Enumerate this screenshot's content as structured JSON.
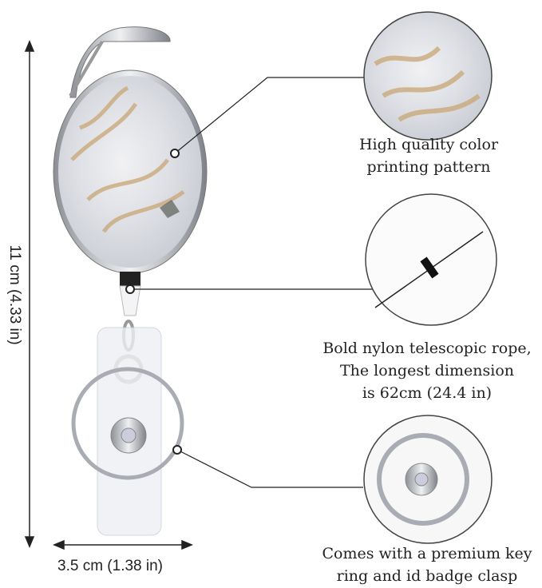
{
  "dimensions": {
    "height_label": "11 cm (4.33 in)",
    "width_label": "3.5 cm (1.38 in)"
  },
  "callouts": [
    {
      "lines": [
        "High quality color",
        "printing pattern"
      ]
    },
    {
      "lines": [
        "Bold nylon telescopic rope,",
        "The longest dimension",
        "is 62cm (24.4 in)"
      ]
    },
    {
      "lines": [
        "Comes with a premium key",
        "ring and id badge clasp"
      ]
    }
  ],
  "colors": {
    "line": "#222222",
    "marble_gold": "#c9a97a",
    "marble_white": "#e8eaee",
    "metal": "#b8bcc2"
  }
}
